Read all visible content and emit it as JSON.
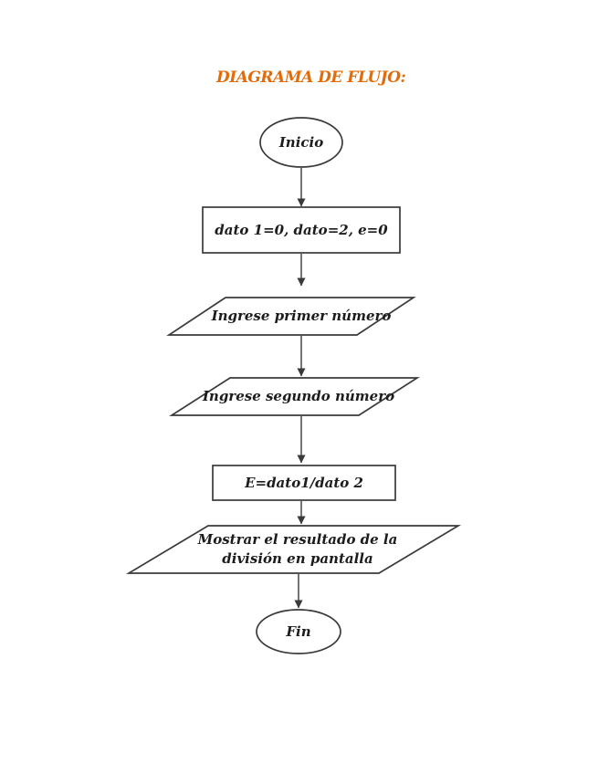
{
  "title": {
    "text": "DIAGRAMA DE FLUJO:"
  },
  "theme": {
    "accent_color": "#e36c0a",
    "shape_outline_color": "#3a3a3a",
    "text_color": "#1c1c1c",
    "background_color": "#ffffff"
  },
  "flowchart": {
    "nodes": [
      {
        "id": "start",
        "type": "terminator",
        "label": "Inicio"
      },
      {
        "id": "init",
        "type": "process",
        "label": "dato 1=0, dato=2, e=0"
      },
      {
        "id": "input1",
        "type": "input-output",
        "label": "Ingrese primer número"
      },
      {
        "id": "input2",
        "type": "input-output",
        "label": "Ingrese segundo número"
      },
      {
        "id": "compute",
        "type": "process",
        "label": "E=dato1/dato 2"
      },
      {
        "id": "output",
        "type": "input-output",
        "label": "Mostrar el resultado de la división en pantalla"
      },
      {
        "id": "end",
        "type": "terminator",
        "label": "Fin"
      }
    ],
    "connectors": [
      {
        "from": "start",
        "to": "init"
      },
      {
        "from": "init",
        "to": "input1"
      },
      {
        "from": "input1",
        "to": "input2"
      },
      {
        "from": "input2",
        "to": "compute"
      },
      {
        "from": "compute",
        "to": "output"
      },
      {
        "from": "output",
        "to": "end"
      }
    ]
  }
}
